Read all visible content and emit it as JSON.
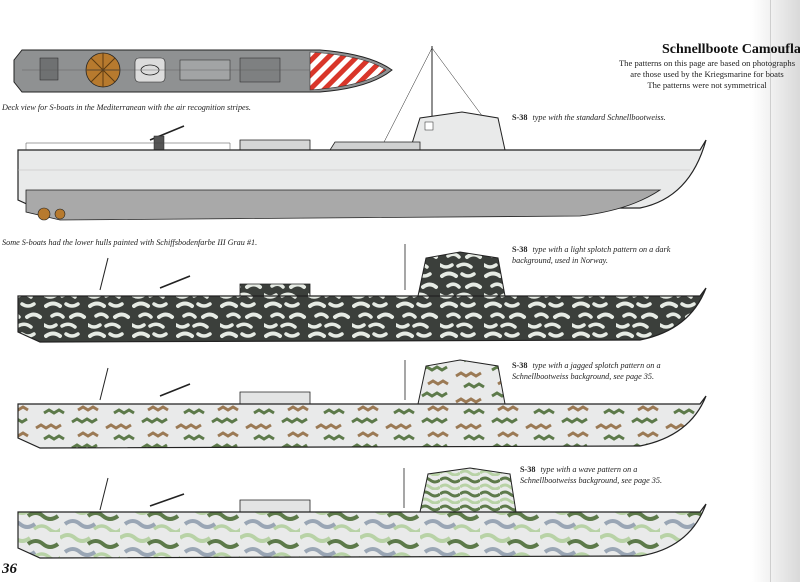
{
  "page": {
    "title": "Schnellboote Camouflage",
    "intro_lines": [
      "The patterns on this page are based on photographs",
      "are those used by the Kriegsmarine for boats",
      "The patterns were not symmetrical"
    ],
    "page_number": "36"
  },
  "deck_caption": "Deck view for S-boats in the Mediterranean with the air recognition stripes.",
  "hull_note": "Some S-boats had the lower hulls painted with Schiffsbodenfarbe III Grau #1.",
  "profiles": [
    {
      "type_label": "S-38",
      "caption": "type with the standard Schnellbootweiss.",
      "lines": [
        "type with the standard Schnellbootweiss."
      ]
    },
    {
      "type_label": "S-38",
      "caption": "type with a light splotch pattern on a dark background, used in Norway.",
      "lines": [
        "type with a light splotch pattern on a dark",
        "background, used in Norway."
      ]
    },
    {
      "type_label": "S-38",
      "caption": "type with a jagged splotch pattern on a Schnellbootweiss background, see page 35.",
      "lines": [
        "type with a jagged splotch pattern on a",
        "Schnellbootweiss background, see page 35."
      ]
    },
    {
      "type_label": "S-38",
      "caption": "type with a wave pattern on a Schnellbootweiss background, see page 35.",
      "lines": [
        "type with a wave pattern on a",
        "Schnellbootweiss background, see page 35."
      ]
    }
  ],
  "colors": {
    "schnellbootweiss": "#e9eaea",
    "lower_hull_grey": "#a9a9a9",
    "dark_background": "#3b3f3b",
    "light_splotch": "#e6ebe4",
    "green": "#5d7a4a",
    "brown": "#9b7a55",
    "light_green": "#b8d2a6",
    "stripe_red": "#d9362a",
    "propeller": "#b77a2e"
  }
}
